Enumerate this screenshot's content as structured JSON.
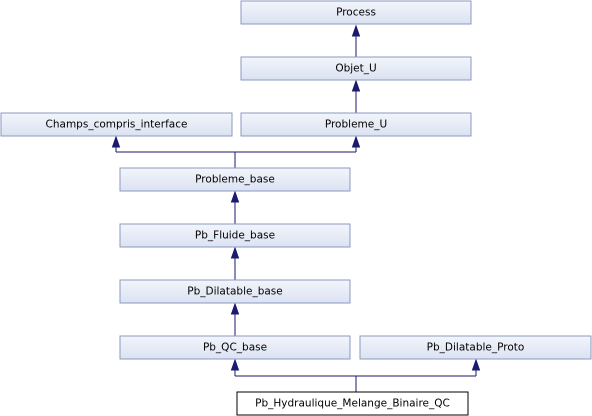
{
  "diagram": {
    "type": "inheritance-graph",
    "colors": {
      "node_fill_top": "#f3f5fb",
      "node_fill_bottom": "#dbe2f2",
      "node_border": "#8a9ac2",
      "edge": "#1a1a6e",
      "focus_fill": "#ffffff",
      "focus_border": "#000000"
    },
    "nodes": {
      "process": "Process",
      "objet_u": "Objet_U",
      "champs_compris_interface": "Champs_compris_interface",
      "probleme_u": "Probleme_U",
      "probleme_base": "Probleme_base",
      "pb_fluide_base": "Pb_Fluide_base",
      "pb_dilatable_base": "Pb_Dilatable_base",
      "pb_qc_base": "Pb_QC_base",
      "pb_dilatable_proto": "Pb_Dilatable_Proto",
      "pb_hydraulique_melange_binaire_qc": "Pb_Hydraulique_Melange_Binaire_QC"
    },
    "edges": [
      {
        "from": "objet_u",
        "to": "process"
      },
      {
        "from": "probleme_u",
        "to": "objet_u"
      },
      {
        "from": "probleme_base",
        "to": "champs_compris_interface"
      },
      {
        "from": "probleme_base",
        "to": "probleme_u"
      },
      {
        "from": "pb_fluide_base",
        "to": "probleme_base"
      },
      {
        "from": "pb_dilatable_base",
        "to": "pb_fluide_base"
      },
      {
        "from": "pb_qc_base",
        "to": "pb_dilatable_base"
      },
      {
        "from": "pb_hydraulique_melange_binaire_qc",
        "to": "pb_qc_base"
      },
      {
        "from": "pb_hydraulique_melange_binaire_qc",
        "to": "pb_dilatable_proto"
      }
    ]
  }
}
